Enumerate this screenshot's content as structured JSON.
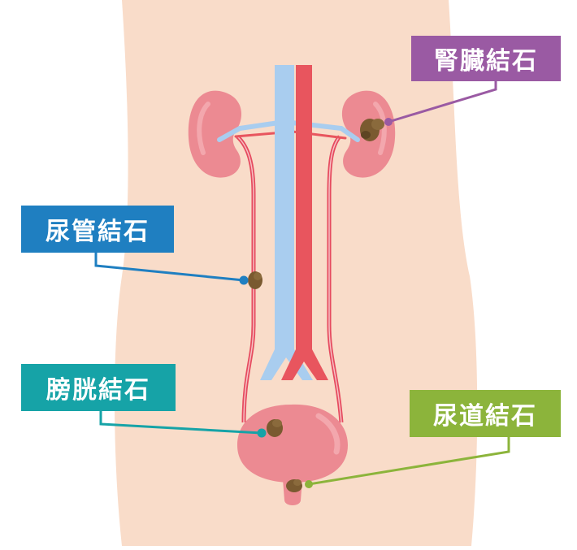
{
  "labels": {
    "kidney_stone": "腎臓結石",
    "ureter_stone": "尿管結石",
    "bladder_stone": "膀胱結石",
    "urethra_stone": "尿道結石"
  },
  "colors": {
    "skin": "#f9dcc9",
    "organ": "#ec8a92",
    "organ_light": "#f3a7ad",
    "ureter_line": "#e64a5f",
    "vein": "#a9cdef",
    "artery": "#e8555e",
    "stone": "#7a5a30",
    "kidney_label": "#9a5aa3",
    "ureter_label": "#1f7fc1",
    "bladder_label": "#16a3a7",
    "urethra_label": "#8cb43b"
  }
}
